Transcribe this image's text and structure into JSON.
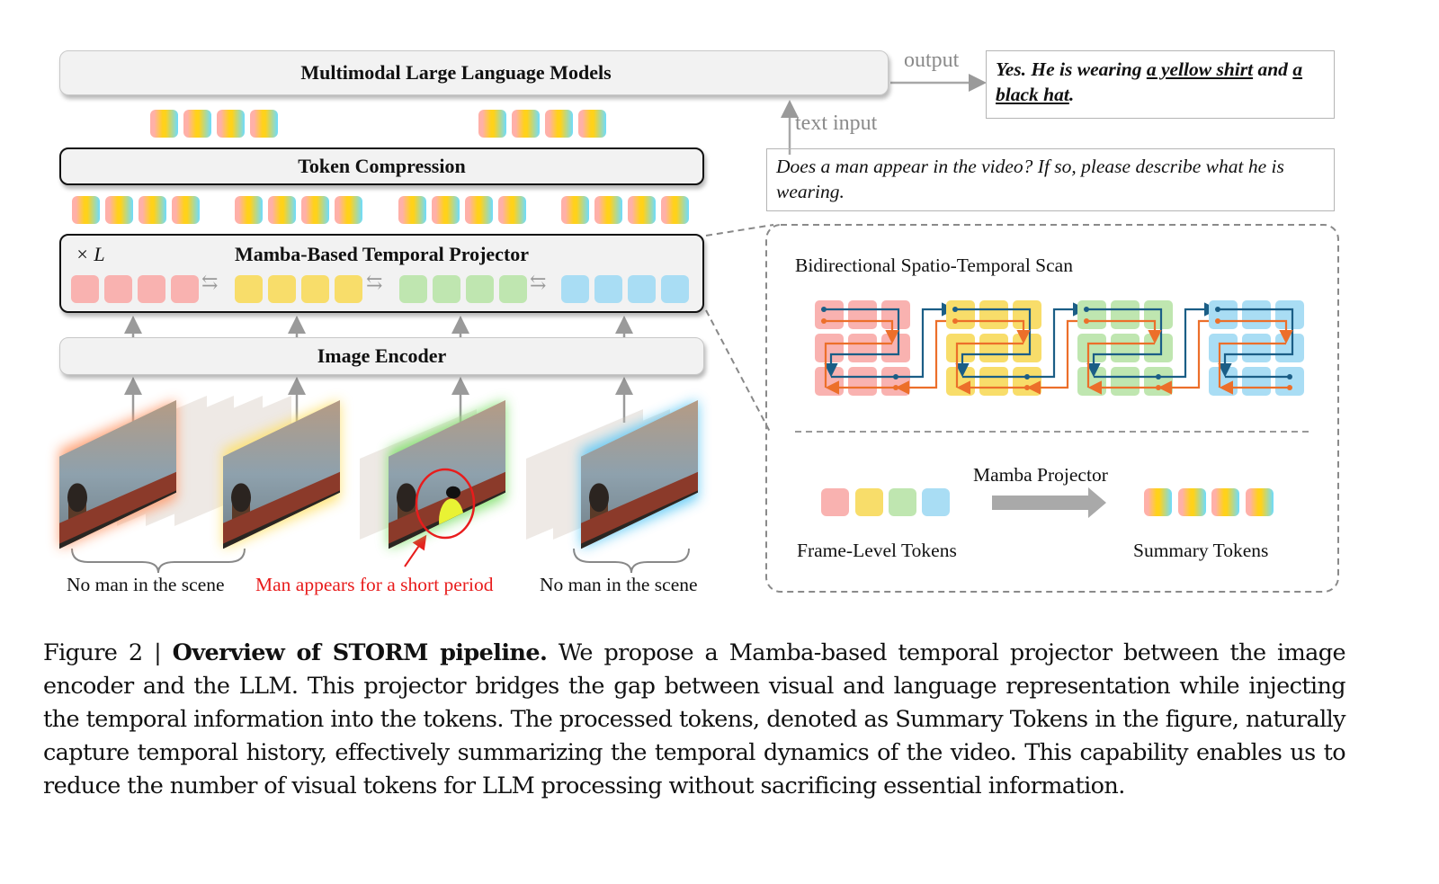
{
  "figure": {
    "llm_box": {
      "label": "Multimodal Large Language Models"
    },
    "token_compression": {
      "label": "Token Compression"
    },
    "temporal_projector": {
      "label": "Mamba-Based Temporal Projector",
      "repeat_label": "× L"
    },
    "image_encoder": {
      "label": "Image Encoder"
    },
    "output_arrow": {
      "label": "output"
    },
    "text_input_arrow": {
      "label": "text input"
    },
    "answer": {
      "prefix": "Yes. He is wearing ",
      "highlight1": "a yellow shirt",
      "middle": " and ",
      "highlight2": "a black hat",
      "suffix": "."
    },
    "question": {
      "text": "Does a man appear in the video? If so, please describe what he is wearing."
    },
    "frame_groups": [
      {
        "label": "No man in the scene",
        "color": "#111111",
        "glow": "#ff9a6a"
      },
      {
        "label": "Man appears for a short period",
        "color": "#e81c1c",
        "glow": "#7fe06a"
      },
      {
        "label": "No man in the scene",
        "color": "#111111",
        "glow": "#5cc8f5"
      }
    ],
    "detail_panel": {
      "scan_title": "Bidirectional Spatio-Temporal Scan",
      "projector_label": "Mamba Projector",
      "frame_tokens_label": "Frame-Level Tokens",
      "summary_tokens_label": "Summary Tokens"
    },
    "colors": {
      "frame_red": "#f9b2b0",
      "frame_yellow": "#f8dd6a",
      "frame_green": "#bfe6b0",
      "frame_blue": "#a9ddf4",
      "scan_forward": "#1b5e86",
      "scan_backward": "#ec6f2a"
    },
    "token_counts": {
      "llm_input_groups": 2,
      "compression_input_groups": 4,
      "tokens_per_group": 4,
      "frames": 4
    }
  },
  "caption": {
    "figure_number": "Figure 2 | ",
    "title": "Overview of STORM pipeline.",
    "body": " We propose a Mamba-based temporal projector between the image encoder and the LLM. This projector bridges the gap between visual and language representation while injecting the temporal information into the tokens. The processed tokens, denoted as Summary Tokens in the figure, naturally capture temporal history, effectively summarizing the temporal dynamics of the video. This capability enables us to reduce the number of visual tokens for LLM processing without sacrificing essential information."
  }
}
